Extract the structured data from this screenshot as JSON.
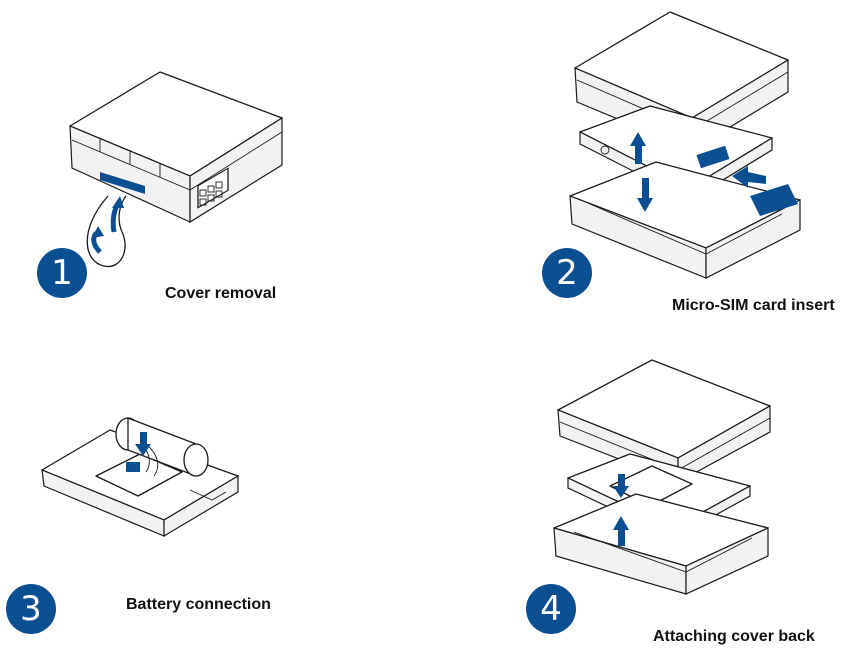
{
  "colors": {
    "accent": "#0b4f93",
    "ink": "#1a1a1a"
  },
  "steps": [
    {
      "number": "1",
      "caption": "Cover removal"
    },
    {
      "number": "2",
      "caption": "Micro-SIM card insert"
    },
    {
      "number": "3",
      "caption": "Battery connection"
    },
    {
      "number": "4",
      "caption": "Attaching cover back"
    }
  ]
}
